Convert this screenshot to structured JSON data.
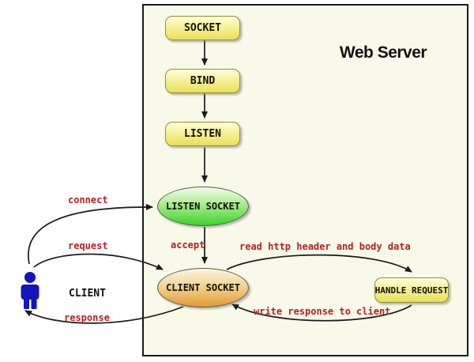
{
  "title": "Web Server",
  "client": {
    "label": "CLIENT"
  },
  "nodes": {
    "socket": "SOCKET",
    "bind": "BIND",
    "listen": "LISTEN",
    "listen_socket": "LISTEN SOCKET",
    "client_socket": "CLIENT SOCKET",
    "handle_request": "HANDLE REQUEST"
  },
  "edges": {
    "connect": "connect",
    "request": "request",
    "accept": "accept",
    "response": "response",
    "read": "read http header and body data",
    "write": "write response to client"
  },
  "colors": {
    "edge_label_red": "#b22222",
    "server_background": "#f9f9ea",
    "node_yellow": "#e9e155",
    "node_green": "#3ed32c",
    "node_orange": "#e49a33",
    "client_blue": "#1515bb",
    "arrow_black": "#1a1a1a"
  }
}
